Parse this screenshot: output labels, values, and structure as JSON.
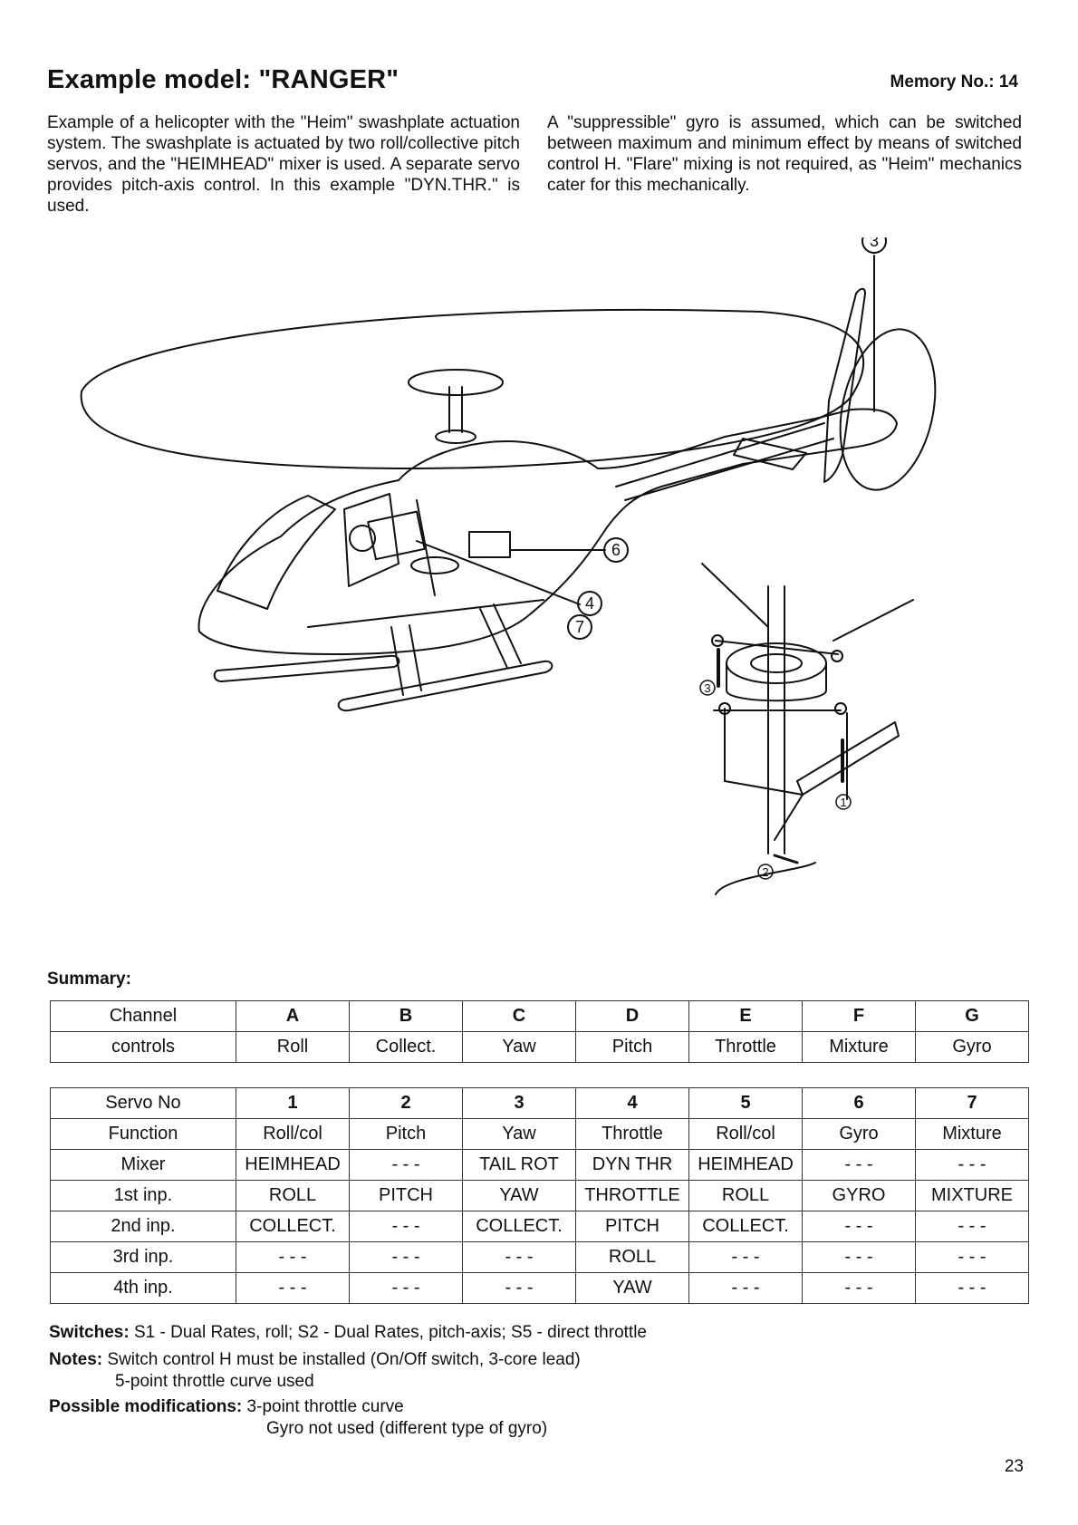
{
  "header": {
    "title": "Example model: \"RANGER\"",
    "memory": "Memory No.: 14"
  },
  "intro": {
    "left": "Example of a helicopter with the \"Heim\" swashplate actuation system. The swashplate is actuated by two roll/collective pitch servos, and the \"HEIMHEAD\" mixer is used. A separate servo provides pitch-axis control. In this example \"DYN.THR.\" is used.",
    "right": "A \"suppressible\" gyro is assumed, which can be switched between maximum and minimum effect by means of switched control H. \"Flare\" mixing is not required, as \"Heim\" mechanics cater for this mechanically."
  },
  "figure": {
    "callouts": [
      "3",
      "6",
      "4",
      "7",
      "3",
      "1",
      "2"
    ]
  },
  "summary": {
    "label": "Summary:",
    "channel_table": {
      "rows": [
        [
          "Channel",
          "A",
          "B",
          "C",
          "D",
          "E",
          "F",
          "G"
        ],
        [
          "controls",
          "Roll",
          "Collect.",
          "Yaw",
          "Pitch",
          "Throttle",
          "Mixture",
          "Gyro"
        ]
      ]
    },
    "servo_table": {
      "rows": [
        [
          "Servo No",
          "1",
          "2",
          "3",
          "4",
          "5",
          "6",
          "7"
        ],
        [
          "Function",
          "Roll/col",
          "Pitch",
          "Yaw",
          "Throttle",
          "Roll/col",
          "Gyro",
          "Mixture"
        ],
        [
          "Mixer",
          "HEIMHEAD",
          "- - -",
          "TAIL ROT",
          "DYN THR",
          "HEIMHEAD",
          "- - -",
          "- - -"
        ],
        [
          "1st inp.",
          "ROLL",
          "PITCH",
          "YAW",
          "THROTTLE",
          "ROLL",
          "GYRO",
          "MIXTURE"
        ],
        [
          "2nd inp.",
          "COLLECT.",
          "- - -",
          "COLLECT.",
          "PITCH",
          "COLLECT.",
          "- - -",
          "- - -"
        ],
        [
          "3rd inp.",
          "- - -",
          "- - -",
          "- - -",
          "ROLL",
          "- - -",
          "- - -",
          "- - -"
        ],
        [
          "4th inp.",
          "- - -",
          "- - -",
          "- - -",
          "YAW",
          "- - -",
          "- - -",
          "- - -"
        ]
      ]
    }
  },
  "footer": {
    "switches_label": "Switches:",
    "switches_text": "S1 - Dual Rates, roll; S2 - Dual Rates, pitch-axis; S5 - direct throttle",
    "notes_label": "Notes:",
    "notes_line1": "Switch control H must be installed (On/Off switch, 3-core lead)",
    "notes_line2": "5-point throttle curve used",
    "mods_label": "Possible modifications:",
    "mods_line1": "3-point throttle curve",
    "mods_line2": "Gyro not used (different type of gyro)"
  },
  "page_number": "23"
}
